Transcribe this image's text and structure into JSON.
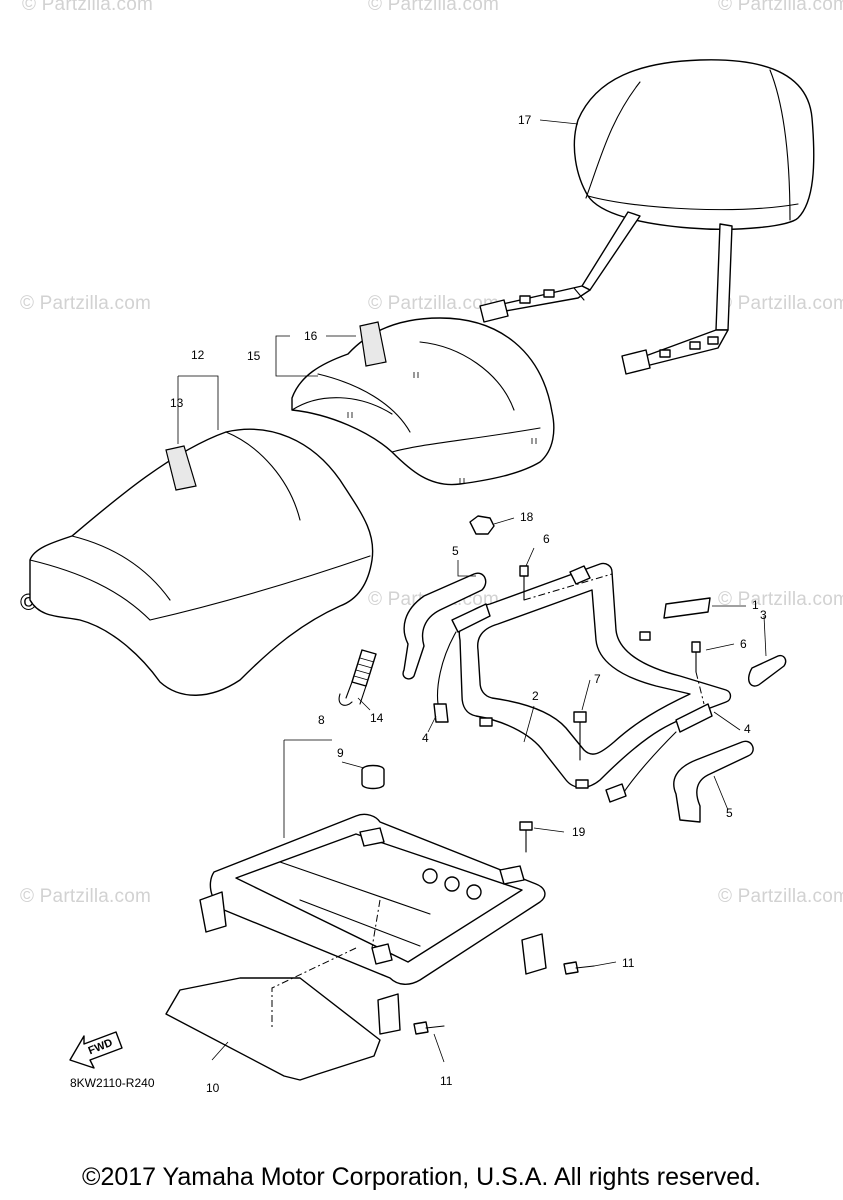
{
  "watermark_text": "© Partzilla.com",
  "diagram_code": "8KW2110-R240",
  "fwd_label": "FWD",
  "copyright": "©2017 Yamaha Motor Corporation, U.S.A. All rights reserved.",
  "callouts": [
    "17",
    "16",
    "15",
    "12",
    "13",
    "18",
    "5",
    "6",
    "1",
    "3",
    "6",
    "7",
    "2",
    "4",
    "4",
    "5",
    "14",
    "8",
    "9",
    "19",
    "11",
    "11",
    "10"
  ]
}
